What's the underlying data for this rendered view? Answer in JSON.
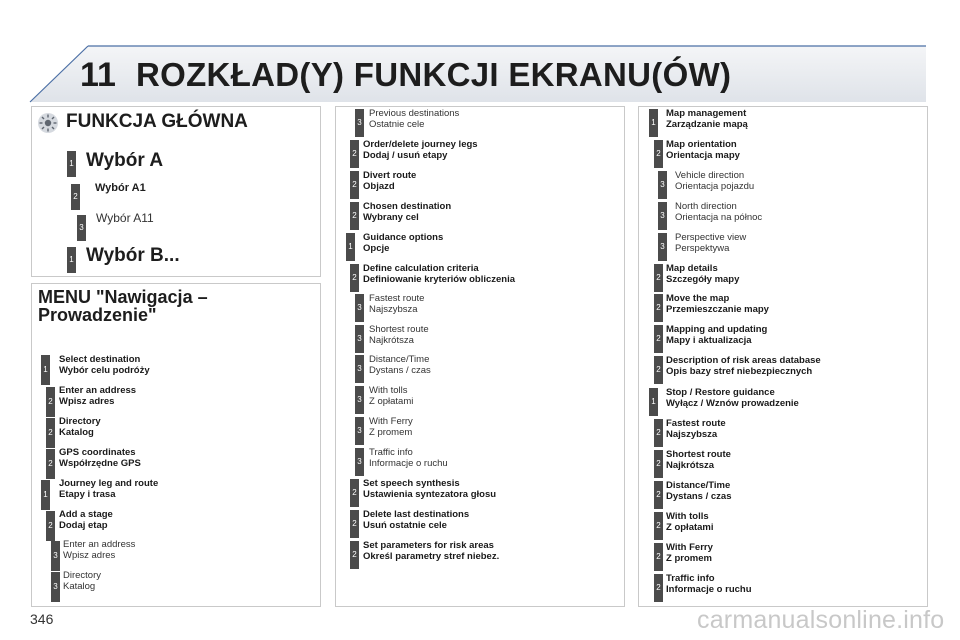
{
  "header": {
    "chapter_number": "11",
    "chapter_title": "ROZKŁAD(Y) FUNKCJI EKRANU(ÓW)"
  },
  "main_function": {
    "title": "FUNKCJA GŁÓWNA",
    "icon": "sun-icon",
    "items": [
      {
        "level": "1",
        "label": "Wybór A"
      },
      {
        "level": "2",
        "label": "Wybór A1"
      },
      {
        "level": "3",
        "label": "Wybór A11"
      },
      {
        "level": "1",
        "label": "Wybór B..."
      }
    ]
  },
  "menu": {
    "title_line1": "MENU \"Nawigacja –",
    "title_line2": "Prowadzenie\"",
    "items": [
      {
        "level": "1",
        "en": "Select destination",
        "pl": "Wybór celu podróży"
      },
      {
        "level": "2",
        "en": "Enter an address",
        "pl": "Wpisz adres"
      },
      {
        "level": "2",
        "en": "Directory",
        "pl": "Katalog"
      },
      {
        "level": "2",
        "en": "GPS coordinates",
        "pl": "Współrzędne GPS"
      },
      {
        "level": "1",
        "en": "Journey leg and route",
        "pl": "Etapy i trasa"
      },
      {
        "level": "2",
        "en": "Add a stage",
        "pl": "Dodaj etap"
      },
      {
        "level": "3",
        "en": "Enter an address",
        "pl": "Wpisz adres"
      },
      {
        "level": "3",
        "en": "Directory",
        "pl": "Katalog"
      }
    ]
  },
  "middle": {
    "items": [
      {
        "level": "3",
        "en": "Previous destinations",
        "pl": "Ostatnie cele"
      },
      {
        "level": "2",
        "en": "Order/delete journey legs",
        "pl": "Dodaj / usuń etapy"
      },
      {
        "level": "2",
        "en": "Divert route",
        "pl": "Objazd"
      },
      {
        "level": "2",
        "en": "Chosen destination",
        "pl": "Wybrany cel"
      },
      {
        "level": "1",
        "en": "Guidance options",
        "pl": "Opcje"
      },
      {
        "level": "2",
        "en": "Define calculation criteria",
        "pl": "Definiowanie kryteriów obliczenia"
      },
      {
        "level": "3",
        "en": "Fastest route",
        "pl": "Najszybsza"
      },
      {
        "level": "3",
        "en": "Shortest route",
        "pl": "Najkrótsza"
      },
      {
        "level": "3",
        "en": "Distance/Time",
        "pl": "Dystans / czas"
      },
      {
        "level": "3",
        "en": "With tolls",
        "pl": "Z opłatami"
      },
      {
        "level": "3",
        "en": "With Ferry",
        "pl": "Z promem"
      },
      {
        "level": "3",
        "en": "Traffic info",
        "pl": "Informacje o ruchu"
      },
      {
        "level": "2",
        "en": "Set speech synthesis",
        "pl": "Ustawienia syntezatora głosu"
      },
      {
        "level": "2",
        "en": "Delete last destinations",
        "pl": "Usuń ostatnie cele"
      },
      {
        "level": "2",
        "en": "Set parameters for risk areas",
        "pl": "Określ parametry stref niebez."
      }
    ]
  },
  "right": {
    "items": [
      {
        "level": "1",
        "en": "Map management",
        "pl": "Zarządzanie mapą"
      },
      {
        "level": "2",
        "en": "Map orientation",
        "pl": "Orientacja mapy"
      },
      {
        "level": "3",
        "en": "Vehicle direction",
        "pl": "Orientacja pojazdu"
      },
      {
        "level": "3",
        "en": "North direction",
        "pl": "Orientacja na północ"
      },
      {
        "level": "3",
        "en": "Perspective view",
        "pl": "Perspektywa"
      },
      {
        "level": "2",
        "en": "Map details",
        "pl": "Szczegóły mapy"
      },
      {
        "level": "2",
        "en": "Move the map",
        "pl": "Przemieszczanie mapy"
      },
      {
        "level": "2",
        "en": "Mapping and updating",
        "pl": "Mapy i aktualizacja"
      },
      {
        "level": "2",
        "en": "Description of risk areas database",
        "pl": "Opis bazy stref niebezpiecznych"
      },
      {
        "level": "1",
        "en": "Stop / Restore guidance",
        "pl": "Wyłącz / Wznów prowadzenie"
      },
      {
        "level": "2",
        "en": "Fastest route",
        "pl": "Najszybsza"
      },
      {
        "level": "2",
        "en": "Shortest route",
        "pl": "Najkrótsza"
      },
      {
        "level": "2",
        "en": "Distance/Time",
        "pl": "Dystans / czas"
      },
      {
        "level": "2",
        "en": "With tolls",
        "pl": "Z opłatami"
      },
      {
        "level": "2",
        "en": "With Ferry",
        "pl": "Z promem"
      },
      {
        "level": "2",
        "en": "Traffic info",
        "pl": "Informacje o ruchu"
      }
    ]
  },
  "footer": {
    "page_number": "346",
    "watermark": "carmanualsonline.info"
  },
  "colors": {
    "badge": "#4b4b4b",
    "header_band": "#dfe3e9",
    "text": "#1d1d1d"
  }
}
